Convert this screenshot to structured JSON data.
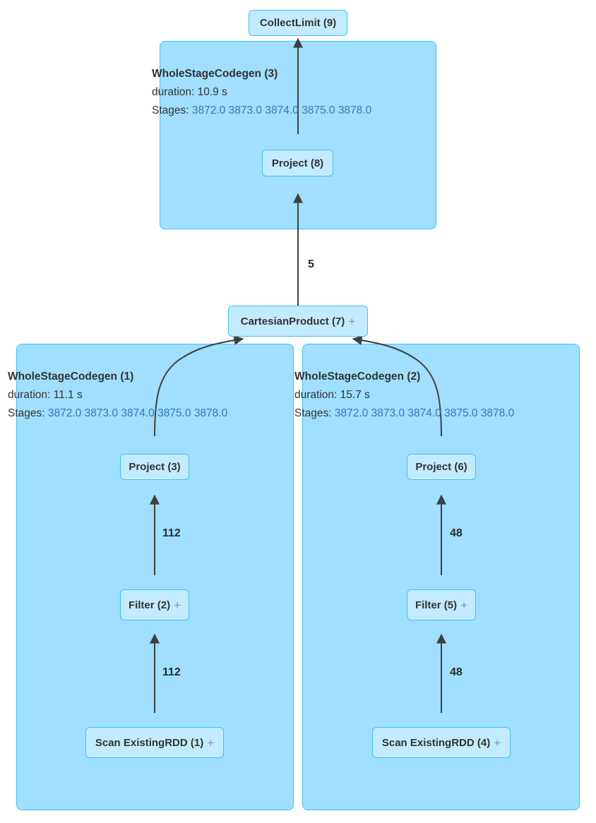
{
  "palette": {
    "cluster_fill": "#A0DFFF",
    "cluster_border": "#3EC0FF",
    "node_fill": "#C3EBFF",
    "node_border": "#3EC0FF",
    "edge_color": "#404040",
    "stage_link_color": "#3178bd",
    "text_color": "#333333",
    "plus_color": "#8f8f8f"
  },
  "nodes": {
    "collect_limit": {
      "label": "CollectLimit (9)"
    },
    "project_8": {
      "label": "Project (8)"
    },
    "cartesian_product": {
      "label": "CartesianProduct (7)",
      "expand": "+"
    },
    "project_3": {
      "label": "Project (3)"
    },
    "filter_2": {
      "label": "Filter (2)",
      "expand": "+"
    },
    "scan_1": {
      "label": "Scan ExistingRDD (1)",
      "expand": "+"
    },
    "project_6": {
      "label": "Project (6)"
    },
    "filter_5": {
      "label": "Filter (5)",
      "expand": "+"
    },
    "scan_4": {
      "label": "Scan ExistingRDD (4)",
      "expand": "+"
    }
  },
  "clusters": {
    "wsc_3": {
      "title": "WholeStageCodegen (3)",
      "duration": "duration: 10.9 s",
      "stages_label": "Stages:",
      "stages": [
        "3872.0",
        "3873.0",
        "3874.0",
        "3875.0",
        "3878.0"
      ]
    },
    "wsc_1": {
      "title": "WholeStageCodegen (1)",
      "duration": "duration: 11.1 s",
      "stages_label": "Stages:",
      "stages": [
        "3872.0",
        "3873.0",
        "3874.0",
        "3875.0",
        "3878.0"
      ]
    },
    "wsc_2": {
      "title": "WholeStageCodegen (2)",
      "duration": "duration: 15.7 s",
      "stages_label": "Stages:",
      "stages": [
        "3872.0",
        "3873.0",
        "3874.0",
        "3875.0",
        "3878.0"
      ]
    }
  },
  "edges": {
    "cartesian_to_project8": {
      "label": "5"
    },
    "filter2_to_project3": {
      "label": "112"
    },
    "scan1_to_filter2": {
      "label": "112"
    },
    "filter5_to_project6": {
      "label": "48"
    },
    "scan4_to_filter5": {
      "label": "48"
    }
  }
}
